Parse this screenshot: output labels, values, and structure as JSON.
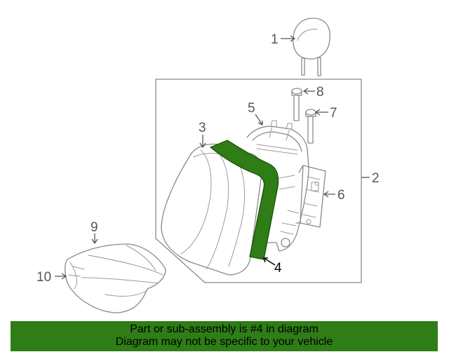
{
  "callouts": {
    "c1": "1",
    "c2": "2",
    "c3": "3",
    "c4": "4",
    "c5": "5",
    "c6": "6",
    "c7": "7",
    "c8": "8",
    "c9": "9",
    "c10": "10"
  },
  "highlight": {
    "part_number": "4",
    "color": "#2e7d16"
  },
  "banner": {
    "line1": "Part or sub-assembly is #4 in diagram",
    "line2": "Diagram may not be specific to your vehicle",
    "background": "#2e7d16"
  }
}
